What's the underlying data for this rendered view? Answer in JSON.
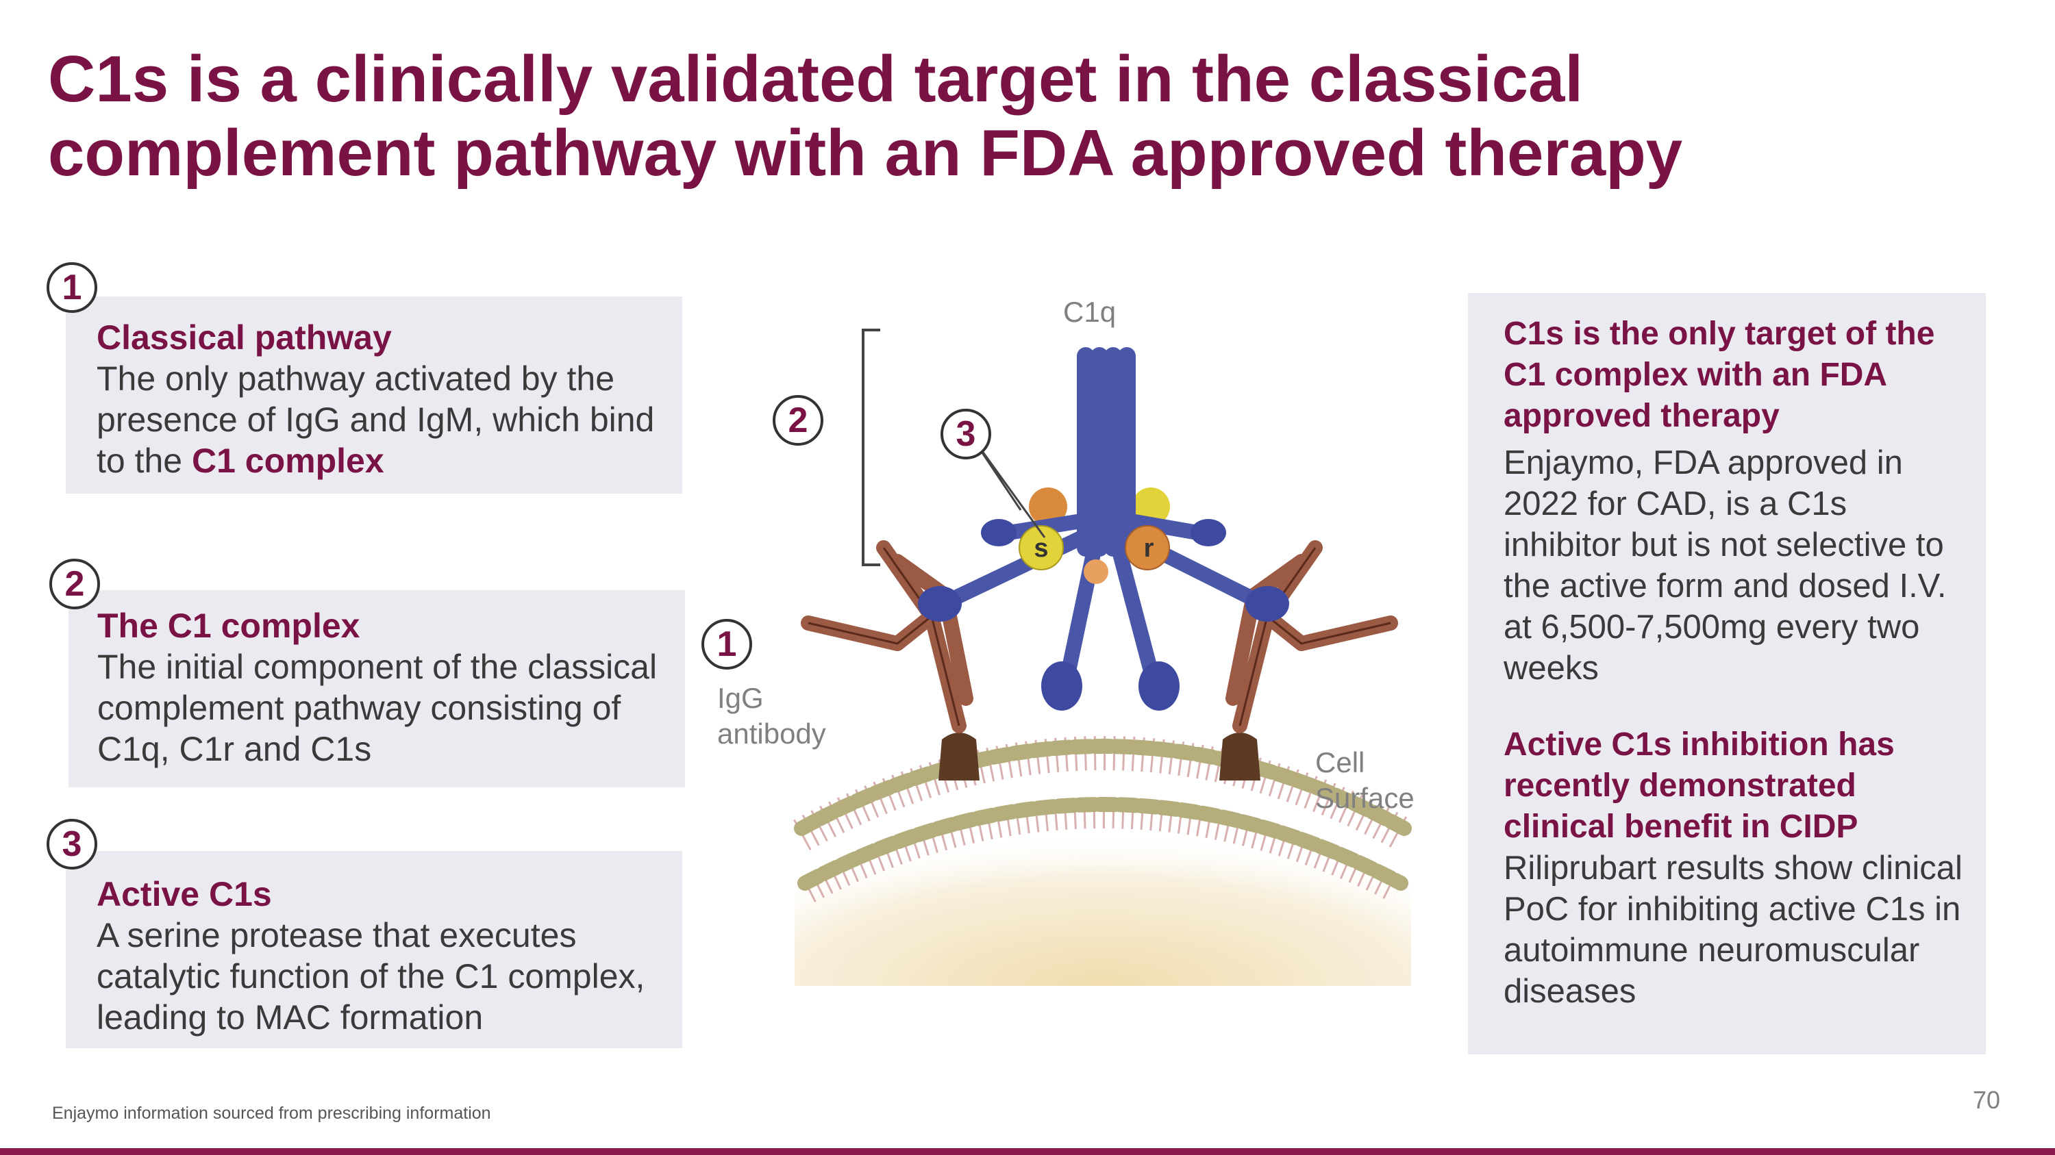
{
  "slide": {
    "title_line1": "C1s is a clinically validated target in the classical",
    "title_line2": "complement pathway with an FDA approved therapy",
    "footnote": "Enjaymo information sourced from prescribing information",
    "page_number": "70"
  },
  "left_cards": [
    {
      "number": "1",
      "title": "Classical pathway",
      "text_part1": "The only pathway activated by the presence of IgG and IgM, which bind to the ",
      "text_highlight": "C1 complex"
    },
    {
      "number": "2",
      "title": "The C1 complex",
      "text": "The initial component of the classical complement pathway consisting of C1q, C1r and C1s"
    },
    {
      "number": "3",
      "title": "Active C1s",
      "text": "A serine protease that executes catalytic function of the C1 complex, leading to MAC formation"
    }
  ],
  "diagram": {
    "label_c1q": "C1q",
    "label_igg_line1": "IgG",
    "label_igg_line2": "antibody",
    "label_cell_line1": "Cell",
    "label_cell_line2": "Surface",
    "marker_1": "1",
    "marker_2": "2",
    "marker_3": "3",
    "letter_s": "s",
    "letter_r": "r",
    "colors": {
      "c1q": "#4a56a8",
      "antibody": "#9b5a44",
      "c1s": "#e3d33a",
      "c1r": "#d98a3c",
      "membrane_head": "#b5ad7c"
    }
  },
  "right_panel": {
    "section1_title": "C1s is the only target of the C1 complex with an FDA approved therapy",
    "section1_text": "Enjaymo, FDA approved in 2022 for CAD, is a C1s inhibitor but is not selective to the active form and dosed I.V. at 6,500-7,500mg every two weeks",
    "section2_title": "Active C1s inhibition has recently demonstrated clinical benefit in CIDP",
    "section2_text": "Riliprubart results show clinical PoC for inhibiting active C1s in autoimmune neuromuscular diseases"
  }
}
